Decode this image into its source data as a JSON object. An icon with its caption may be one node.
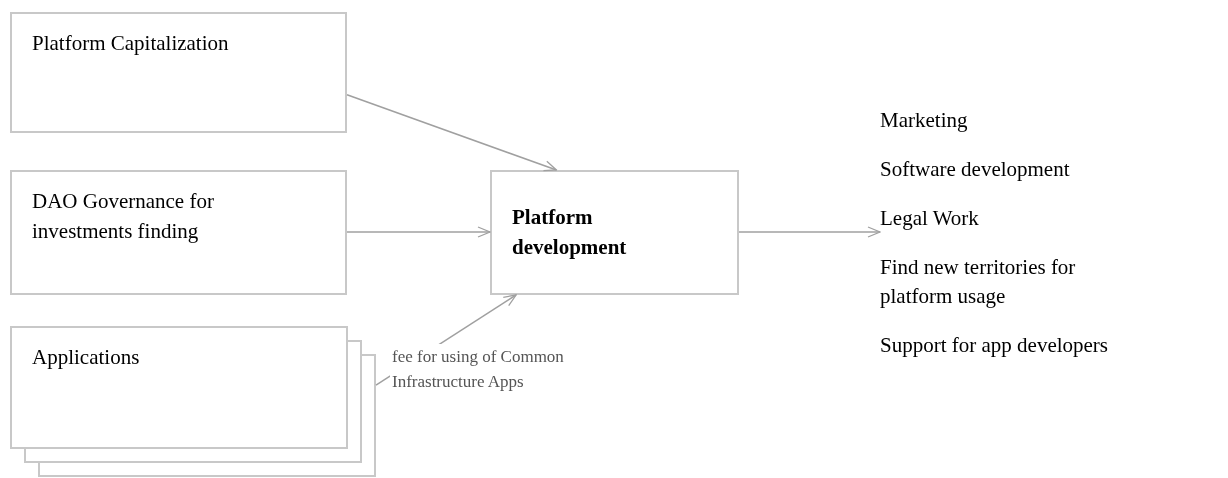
{
  "diagram": {
    "nodes": [
      {
        "text": [
          "Platform Capitalization"
        ]
      },
      {
        "text": [
          "DAO Governance for investments finding"
        ]
      },
      {
        "text": [
          "Applications"
        ]
      },
      {
        "text": [
          "Platform development"
        ]
      },
      {
        "text": [
          "Marketing",
          "Software development",
          "Legal Work",
          "Find new territories for platform usage",
          "Support for app developers"
        ]
      }
    ],
    "edges": [
      {
        "from": 0,
        "to": 3,
        "arrow": "to"
      },
      {
        "from": 1,
        "to": 3,
        "arrow": "to"
      },
      {
        "from": 2,
        "to": 3,
        "arrow": "to",
        "label": "fee for using of Common Infrastructure Apps"
      },
      {
        "from": 3,
        "to": 4,
        "arrow": "to"
      }
    ]
  }
}
